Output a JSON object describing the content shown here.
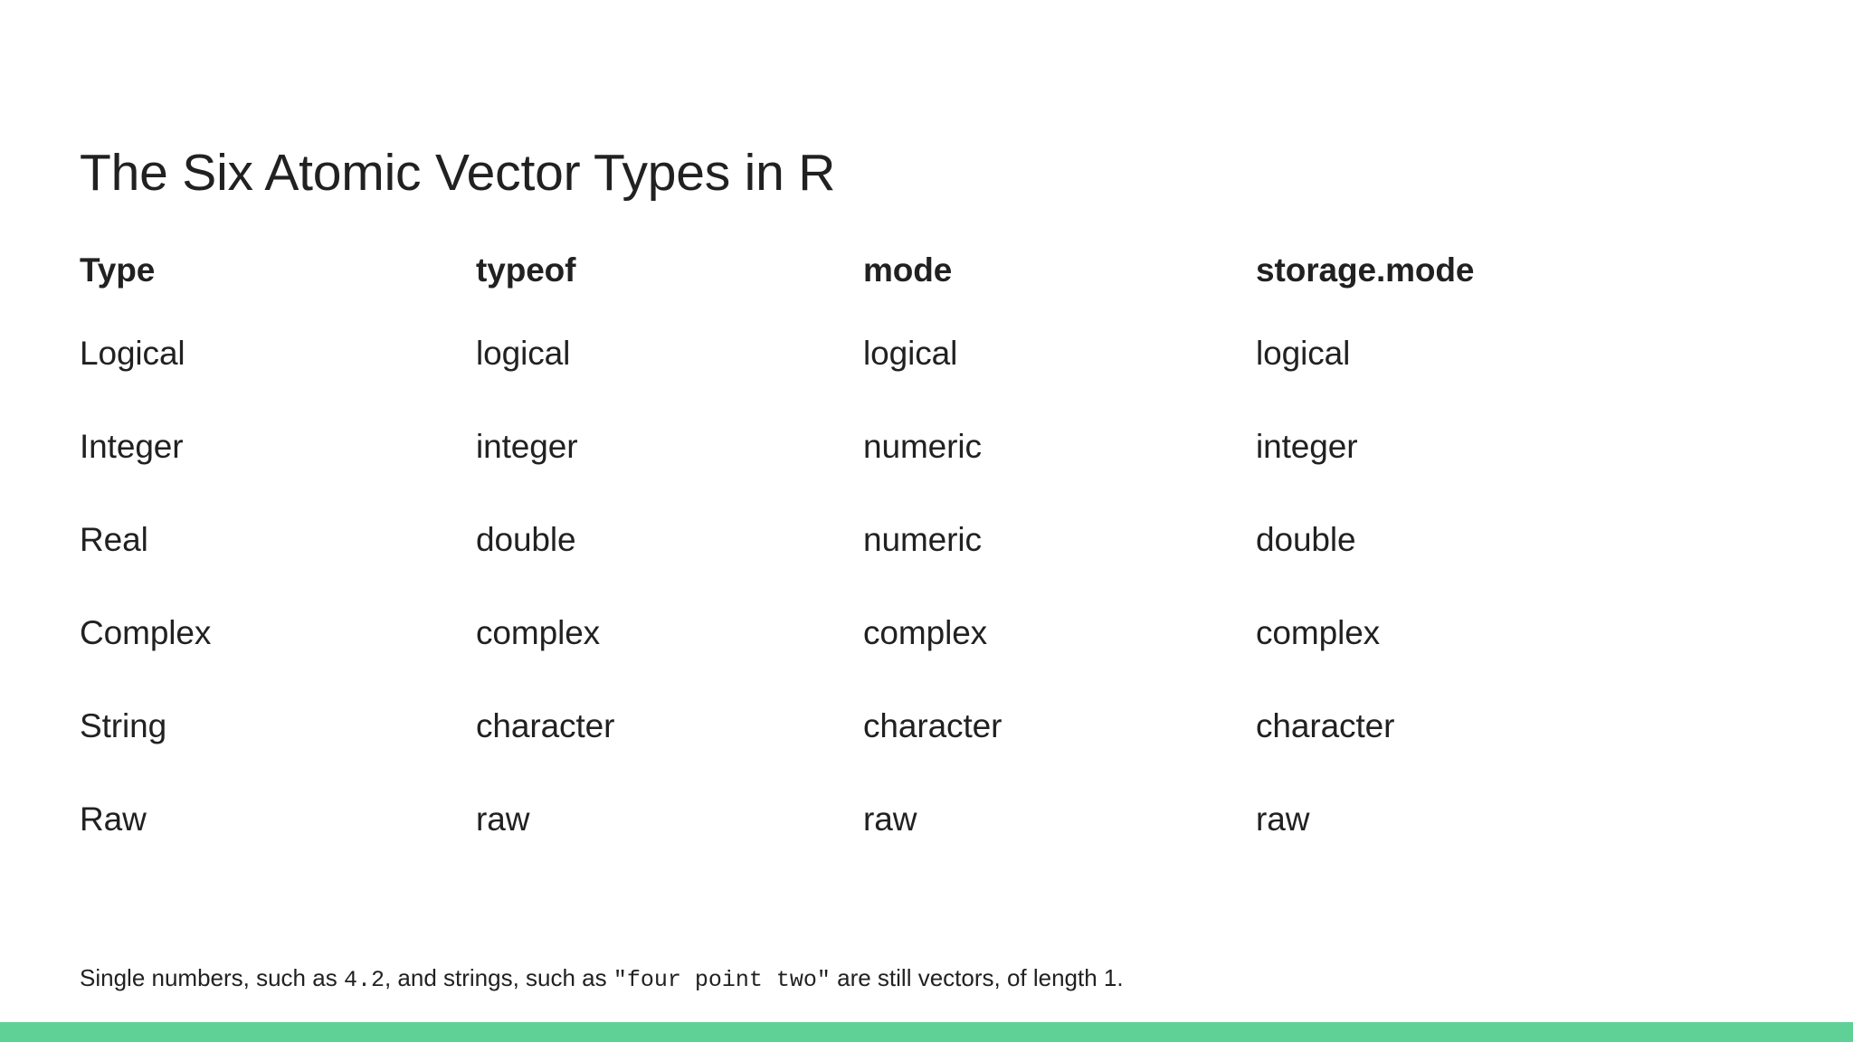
{
  "slide": {
    "title": "The Six Atomic Vector Types in R",
    "background_color": "#ffffff",
    "text_color": "#212121",
    "accent_color": "#5fd196"
  },
  "table": {
    "headers": [
      "Type",
      "typeof",
      "mode",
      "storage.mode"
    ],
    "rows": [
      [
        "Logical",
        "logical",
        "logical",
        "logical"
      ],
      [
        "Integer",
        "integer",
        "numeric",
        "integer"
      ],
      [
        "Real",
        "double",
        "numeric",
        "double"
      ],
      [
        "Complex",
        "complex",
        "complex",
        "complex"
      ],
      [
        "String",
        "character",
        "character",
        "character"
      ],
      [
        "Raw",
        "raw",
        "raw",
        "raw"
      ]
    ]
  },
  "footnote": {
    "part1": "Single numbers, such as ",
    "code1": "4.2",
    "part2": ", and strings, such as ",
    "code2": "\"four point two\"",
    "part3": " are still vectors, of length 1."
  }
}
